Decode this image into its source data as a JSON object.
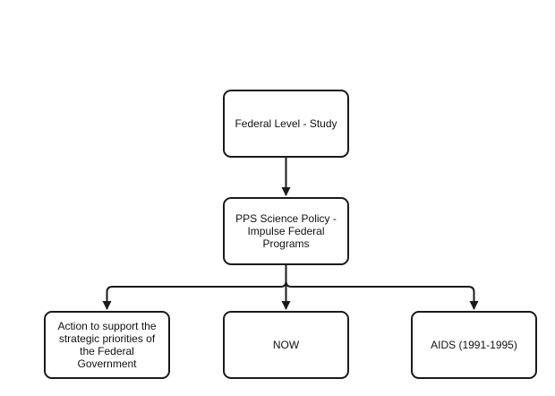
{
  "diagram": {
    "nodes": {
      "root": "Federal Level - Study",
      "pps": "PPS Science Policy - Impulse Federal Programs",
      "action": "Action to support the strategic priorities of the Federal Government",
      "now": "NOW",
      "aids": "AIDS (1991-1995)"
    },
    "edges": [
      {
        "from": "root",
        "to": "pps"
      },
      {
        "from": "pps",
        "to": "action"
      },
      {
        "from": "pps",
        "to": "now"
      },
      {
        "from": "pps",
        "to": "aids"
      }
    ],
    "colors": {
      "stroke": "#1a1a1a",
      "background": "#ffffff"
    }
  }
}
